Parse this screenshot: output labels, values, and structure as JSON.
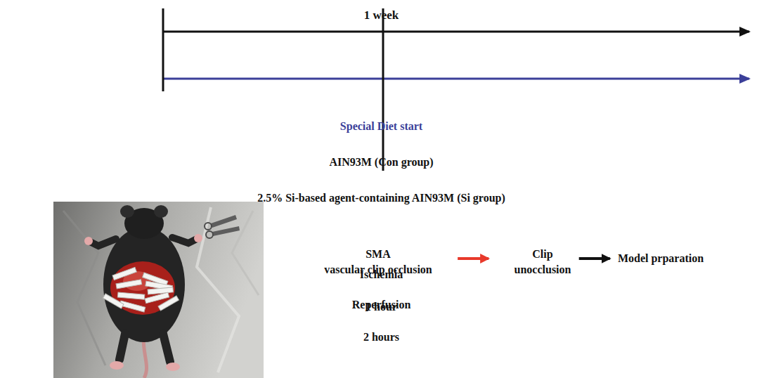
{
  "diagram": {
    "nodes": [
      {
        "text": [
          "SMA",
          "vascular clip occlusion"
        ]
      },
      {
        "text": [
          "Clip unocclusion"
        ]
      },
      {
        "text": [
          "Model prparation"
        ]
      }
    ],
    "edges": [
      {
        "from": 0,
        "to": 1,
        "arrow": "to"
      },
      {
        "from": 1,
        "to": 2,
        "arrow": "to"
      }
    ],
    "labels": [
      "1 week",
      "Special Diet start",
      "AIN93M (Con group)",
      "2.5% Si-based agent-containing AIN93M (Si group)",
      "Ischemia",
      "1 hour",
      "Reperfusion",
      "2 hours"
    ]
  }
}
